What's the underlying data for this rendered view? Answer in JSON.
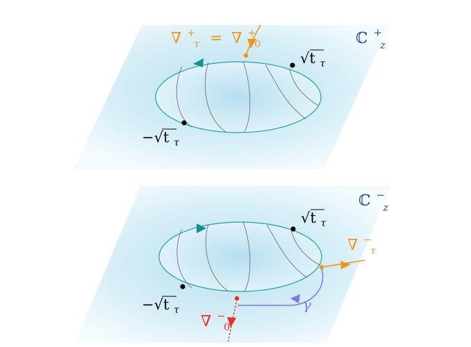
{
  "colors": {
    "plane_light": "#eef8fc",
    "plane_mid": "#cfeaf4",
    "plane_dark": "#b3def0",
    "ellipse": "#1aa3a0",
    "arc_line": "#666666",
    "point": "#000000",
    "orange": "#f29418",
    "red": "#e8301c",
    "blue_path": "#7878e8",
    "plane_label": "#2b4fa8",
    "teal_arrow": "#13918d"
  },
  "upper_plane": {
    "label_base": "ℂ",
    "label_sub": "z",
    "label_sup": "+",
    "orange_label": "∇",
    "orange_label_sup_left": "+",
    "orange_label_sub_left": "τ",
    "orange_label_eq": "=",
    "orange_label_sup_right": "+",
    "orange_label_sub_right": "0",
    "point_right": "√t",
    "point_right_sub": "τ",
    "point_left": "−√t",
    "point_left_sub": "τ"
  },
  "lower_plane": {
    "label_base": "ℂ",
    "label_sub": "z",
    "label_sup": "−",
    "orange_label": "∇",
    "orange_label_sup": "−",
    "orange_label_sub": "τ",
    "red_label": "∇",
    "red_label_sup": "−",
    "red_label_sub": "0",
    "gamma_label": "γ",
    "point_right": "√t",
    "point_right_sub": "τ",
    "point_left": "−√t",
    "point_left_sub": "τ"
  }
}
